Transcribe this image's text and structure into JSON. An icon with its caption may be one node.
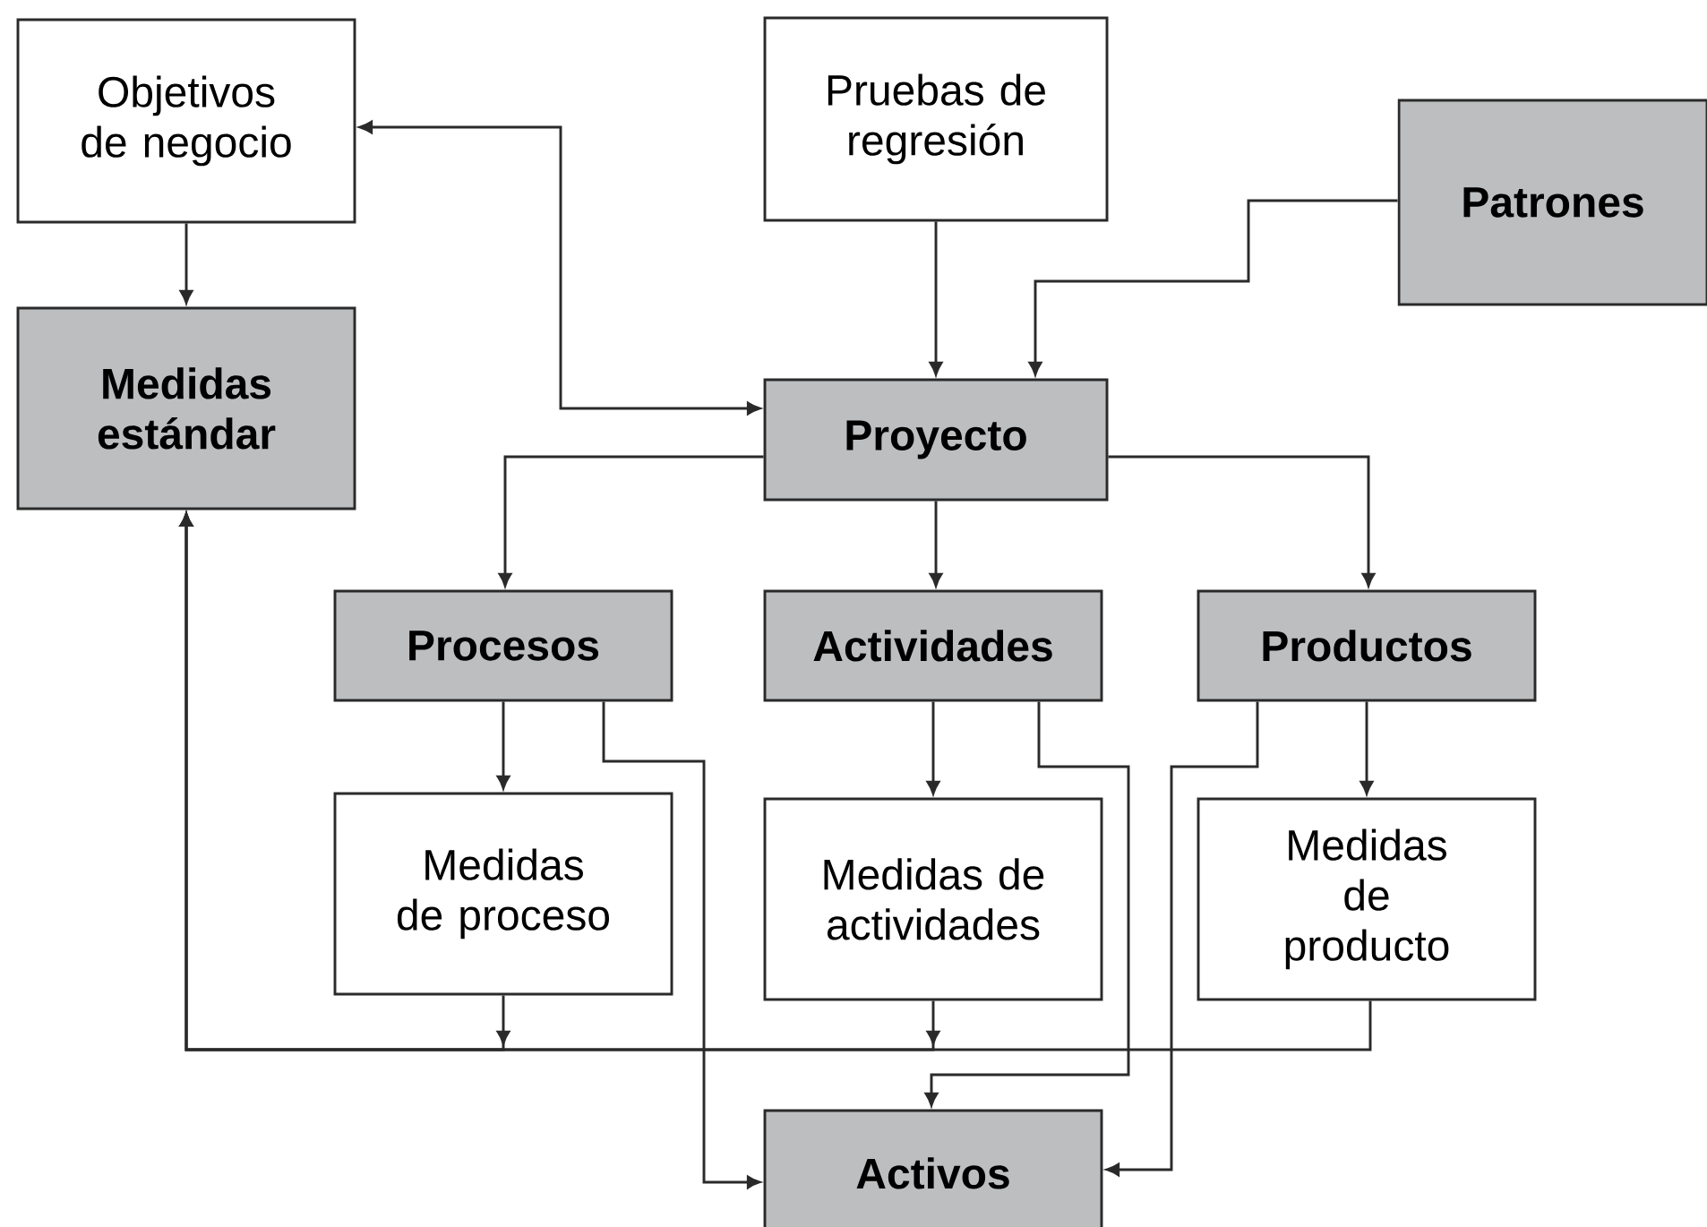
{
  "diagram": {
    "nodes": [
      {
        "text": [
          "Objetivos de negocio"
        ]
      },
      {
        "text": [
          "Pruebas de regresión"
        ]
      },
      {
        "text": [
          "Patrones"
        ]
      },
      {
        "text": [
          "Medidas estándar"
        ]
      },
      {
        "text": [
          "Proyecto"
        ]
      },
      {
        "text": [
          "Procesos"
        ]
      },
      {
        "text": [
          "Actividades"
        ]
      },
      {
        "text": [
          "Productos"
        ]
      },
      {
        "text": [
          "Medidas de proceso"
        ]
      },
      {
        "text": [
          "Medidas de actividades"
        ]
      },
      {
        "text": [
          "Medidas de producto"
        ]
      },
      {
        "text": [
          "Activos"
        ]
      }
    ],
    "edges": [
      {
        "from": 0,
        "to": 3,
        "arrow": "to"
      },
      {
        "from": 0,
        "to": 4,
        "arrow": "both"
      },
      {
        "from": 1,
        "to": 4,
        "arrow": "to"
      },
      {
        "from": 2,
        "to": 4,
        "arrow": "to"
      },
      {
        "from": 4,
        "to": 5,
        "arrow": "to"
      },
      {
        "from": 4,
        "to": 6,
        "arrow": "to"
      },
      {
        "from": 4,
        "to": 7,
        "arrow": "to"
      },
      {
        "from": 5,
        "to": 8,
        "arrow": "to"
      },
      {
        "from": 6,
        "to": 9,
        "arrow": "to"
      },
      {
        "from": 7,
        "to": 10,
        "arrow": "to"
      },
      {
        "from": 8,
        "to": 3,
        "arrow": "to"
      },
      {
        "from": 9,
        "to": 3,
        "arrow": "to"
      },
      {
        "from": 10,
        "to": 3,
        "arrow": "to"
      },
      {
        "from": 5,
        "to": 11,
        "arrow": "to"
      },
      {
        "from": 6,
        "to": 11,
        "arrow": "to"
      },
      {
        "from": 7,
        "to": 11,
        "arrow": "to"
      }
    ]
  }
}
